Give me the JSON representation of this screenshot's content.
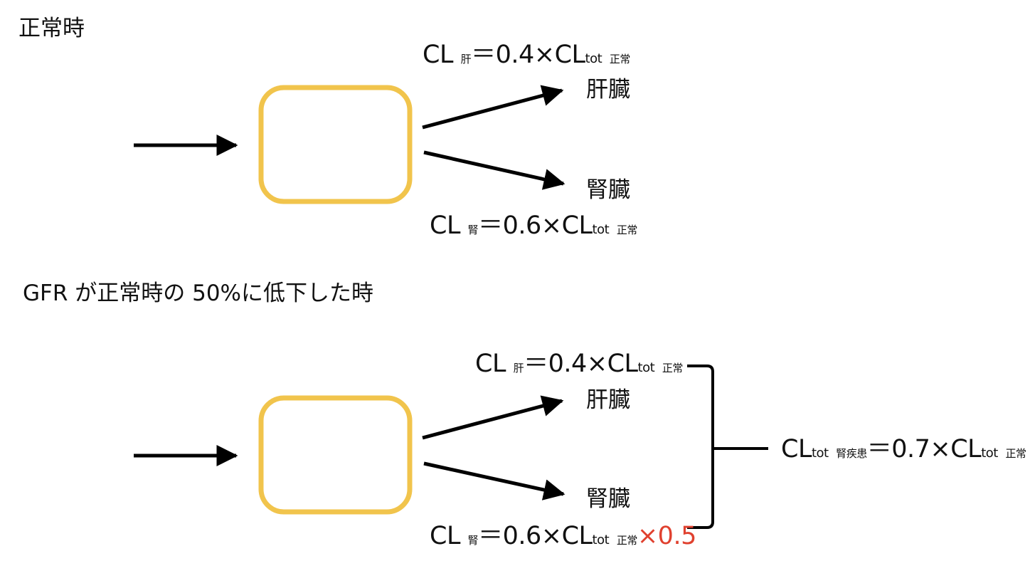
{
  "colors": {
    "box": "#f1c44c",
    "stroke": "#000000",
    "accent": "#e0412f"
  },
  "normal": {
    "heading": "正常時",
    "liver_organ": "肝臓",
    "kidney_organ": "腎臓",
    "liver_formula": {
      "cl": "CL",
      "organ_sub": "肝",
      "eq": "＝0.4×CL",
      "tot_sub": "tot",
      "normal_sub": "正常"
    },
    "kidney_formula": {
      "cl": "CL",
      "organ_sub": "腎",
      "eq": "＝0.6×CL",
      "tot_sub": "tot",
      "normal_sub": "正常"
    }
  },
  "reduced": {
    "heading": "GFR が正常時の 50%に低下した時",
    "liver_organ": "肝臓",
    "kidney_organ": "腎臓",
    "liver_formula": {
      "cl": "CL",
      "organ_sub": "肝",
      "eq": "＝0.4×CL",
      "tot_sub": "tot",
      "normal_sub": "正常"
    },
    "kidney_formula": {
      "cl": "CL",
      "organ_sub": "腎",
      "eq": "＝0.6×CL",
      "tot_sub": "tot",
      "normal_sub": "正常",
      "factor": "×0.5"
    },
    "total_formula": {
      "cl": "CL",
      "tot_sub": "tot",
      "disease_sub": "腎疾患",
      "eq": "＝0.7×CL",
      "tot_sub2": "tot",
      "normal_sub": "正常"
    }
  }
}
